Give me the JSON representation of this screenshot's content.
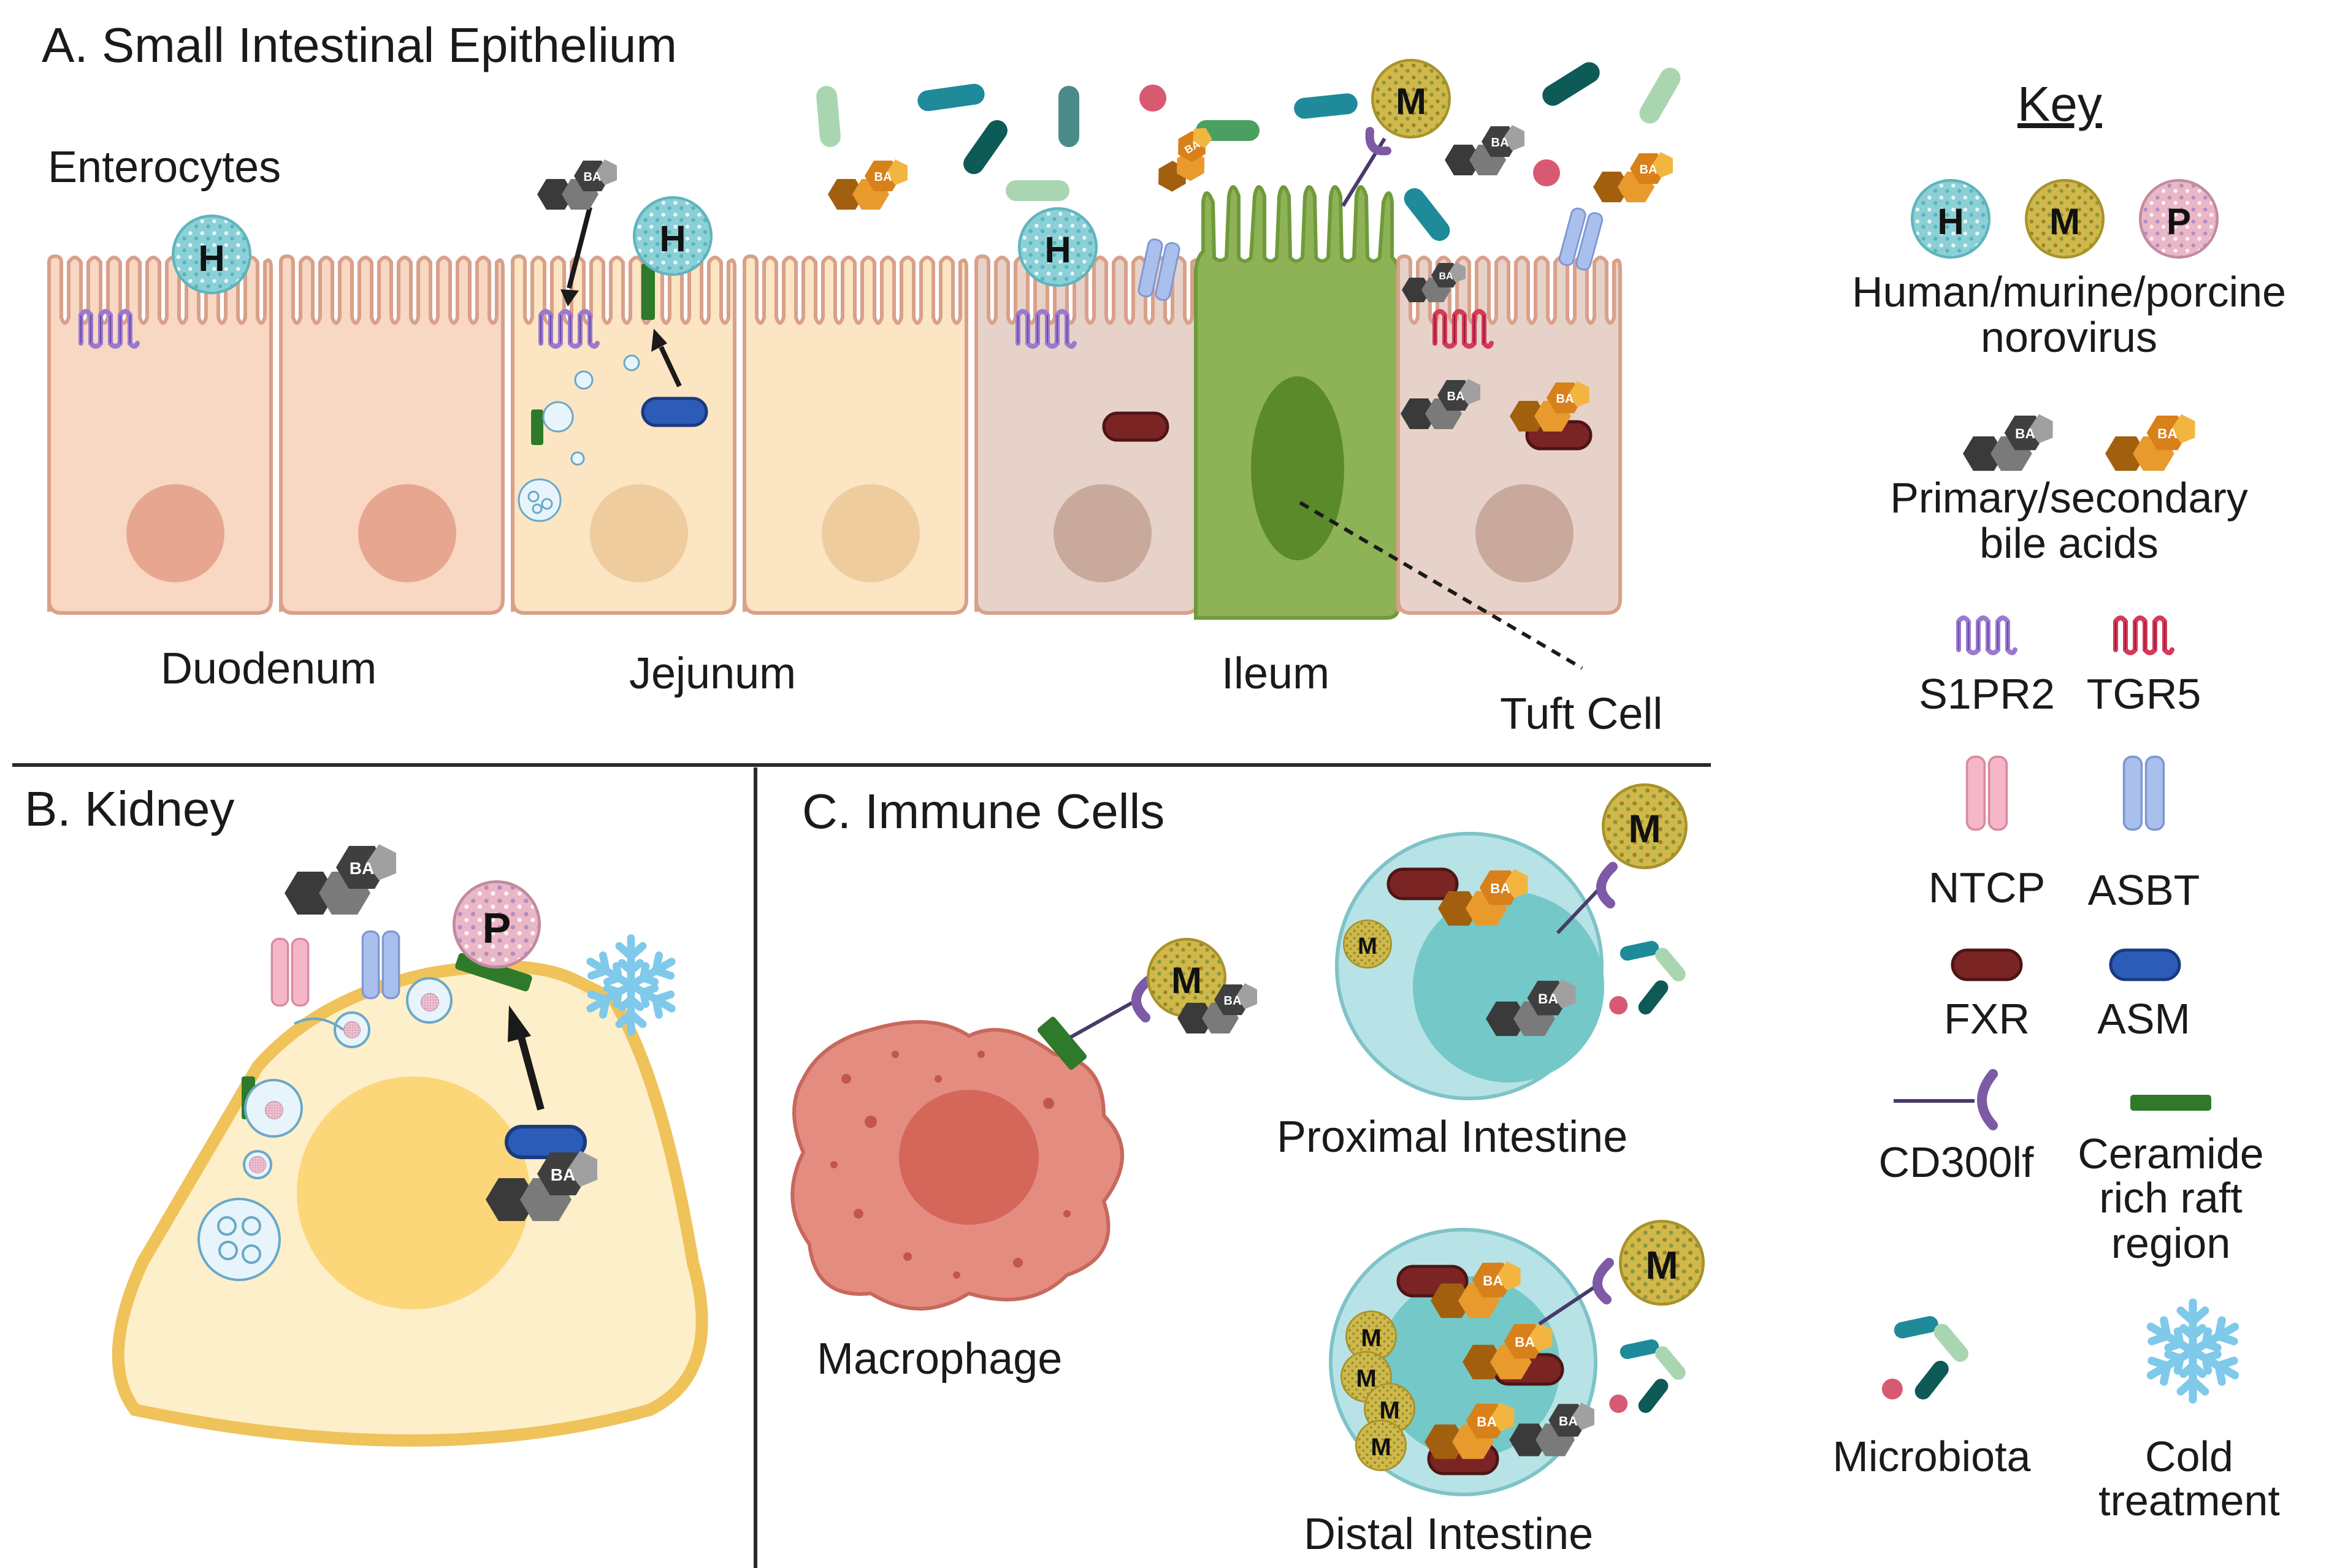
{
  "panels": {
    "a": "A. Small Intestinal Epithelium",
    "b": "B. Kidney",
    "c": "C. Immune Cells"
  },
  "section_a": {
    "enterocytes": "Enterocytes",
    "duodenum": "Duodenum",
    "jejunum": "Jejunum",
    "ileum": "Ileum",
    "tuft_cell": "Tuft Cell"
  },
  "section_c": {
    "macrophage": "Macrophage",
    "proximal": "Proximal Intestine",
    "distal": "Distal Intestine"
  },
  "virus_letters": {
    "human": "H",
    "murine": "M",
    "porcine": "P"
  },
  "bile_acid_tag": "BA",
  "key": {
    "title": "Key",
    "norovirus_line1": "Human/murine/porcine",
    "norovirus_line2": "norovirus",
    "bile_line1": "Primary/secondary",
    "bile_line2": "bile acids",
    "s1pr2": "S1PR2",
    "tgr5": "TGR5",
    "ntcp": "NTCP",
    "asbt": "ASBT",
    "fxr": "FXR",
    "asm": "ASM",
    "cd300lf": "CD300lf",
    "ceramide_line1": "Ceramide",
    "ceramide_line2": "rich raft",
    "ceramide_line3": "region",
    "microbiota": "Microbiota",
    "cold_line1": "Cold",
    "cold_line2": "treatment"
  },
  "colors": {
    "duodenum_cell": "#f8d7c3",
    "jejunum_cell": "#fbe5c2",
    "ileum_cell": "#e5d2c8",
    "tuft_cell": "#8db356",
    "human_virus": "#7fcad0",
    "murine_virus": "#c9b042",
    "porcine_virus": "#e8b3c4",
    "primary_bile_acid": "#4a4a4a",
    "secondary_bile_acid": "#e89a2c",
    "s1pr2": "#9a7ad0",
    "tgr5": "#d43a5a",
    "ntcp": "#f5b6c8",
    "asbt": "#9fb6ea",
    "fxr": "#7a2424",
    "asm": "#2c5cb8",
    "ceramide_raft": "#2f7a2a",
    "cd300lf": "#7c5aa6",
    "macrophage": "#e48c80",
    "immune_cell": "#b8e3e6",
    "kidney_cell": "#fdefc9",
    "cold": "#7fc9ea"
  }
}
